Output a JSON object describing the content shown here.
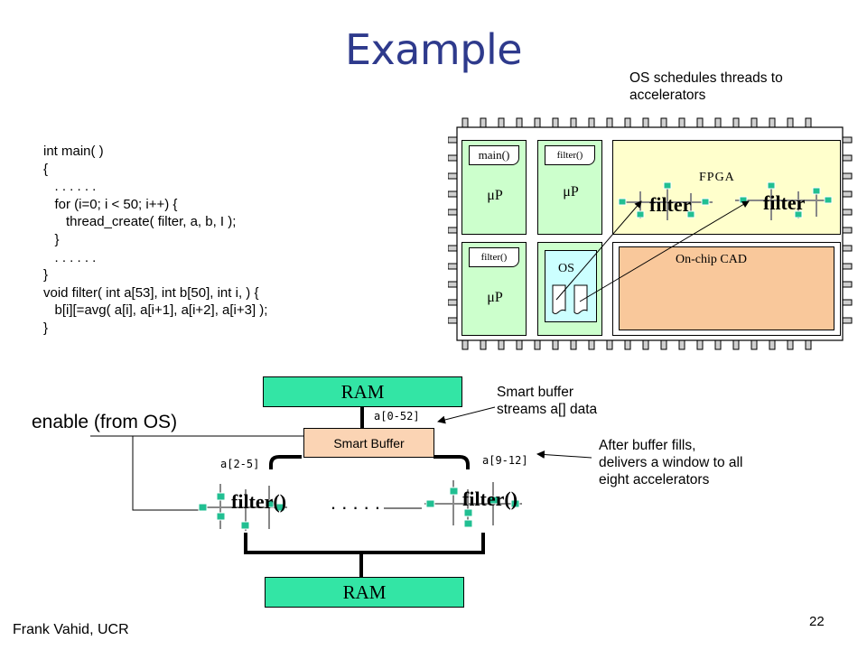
{
  "slide": {
    "title": "Example",
    "author": "Frank Vahid, UCR",
    "page_number": "22"
  },
  "notes": {
    "os_schedules_1": "OS schedules threads to",
    "os_schedules_2": "accelerators",
    "smart_buffer_1": "Smart buffer",
    "smart_buffer_2": "streams a[] data",
    "after_fill_1": "After buffer fills,",
    "after_fill_2": "delivers a window to all",
    "after_fill_3": "eight accelerators"
  },
  "code": {
    "lines": [
      "int main( )",
      "{",
      "   . . . . . .",
      "   for (i=0; i < 50; i++) {",
      "      thread_create( filter, a, b, I );",
      "   }",
      "   . . . . . .",
      "}",
      "void filter( int a[53], int b[50], int i, ) {",
      "   b[i][=avg( a[i], a[i+1], a[i+2], a[i+3] );",
      "}"
    ]
  },
  "chip": {
    "cell_main": "main()",
    "cell_filter_1": "filter()",
    "cell_filter_2": "filter()",
    "up": "μP",
    "os": "OS",
    "fpga": "FPGA",
    "on_chip_cad": "On-chip CAD",
    "filter_block": "filter"
  },
  "bottom": {
    "ram_top": "RAM",
    "ram_bottom": "RAM",
    "smart_buffer": "Smart Buffer",
    "enable": "enable (from OS)",
    "a_0_52": "a[0-52]",
    "a_2_5": "a[2-5]",
    "a_9_12": "a[9-12]",
    "filter_fn": "filter()",
    "ellipsis": ". . . . ."
  },
  "colors": {
    "title": "#2e3a8c",
    "cell_green": "#ccffcc",
    "fpga_yellow": "#ffffcc",
    "cad_orange": "#f9c89b",
    "os_cyan": "#ccffff",
    "ram_teal": "#33e5a5",
    "buffer_peach": "#fbd4b4",
    "accel_teal": "#21bf92"
  }
}
